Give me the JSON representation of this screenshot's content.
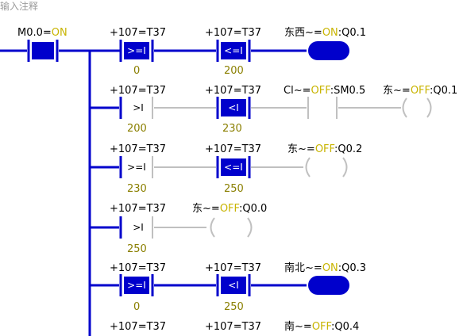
{
  "title": "输入注释",
  "contact_m0": {
    "addr": "M0.0",
    "eq": "=",
    "state": "ON"
  },
  "rungs": [
    {
      "cmp1": {
        "param": "+107=T37",
        "op": ">=I",
        "val": "0"
      },
      "cmp2": {
        "param": "+107=T37",
        "op": "<=I",
        "val": "200"
      },
      "coil": {
        "name": "东西~",
        "eq": "=",
        "state": "ON",
        "addr": ":Q0.1"
      }
    },
    {
      "cmp1": {
        "param": "+107=T37",
        "op": ">I",
        "val": "200"
      },
      "cmp2": {
        "param": "+107=T37",
        "op": "<I",
        "val": "230"
      },
      "extra": {
        "name": "Cl~",
        "eq": "=",
        "state": "OFF",
        "addr": ":SM0.5"
      },
      "coil": {
        "name": "东~",
        "eq": "=",
        "state": "OFF",
        "addr": ":Q0.1"
      }
    },
    {
      "cmp1": {
        "param": "+107=T37",
        "op": ">=I",
        "val": "230"
      },
      "cmp2": {
        "param": "+107=T37",
        "op": "<=I",
        "val": "250"
      },
      "coil": {
        "name": "东~",
        "eq": "=",
        "state": "OFF",
        "addr": ":Q0.2"
      }
    },
    {
      "cmp1": {
        "param": "+107=T37",
        "op": ">I",
        "val": "250"
      },
      "coil": {
        "name": "东~",
        "eq": "=",
        "state": "OFF",
        "addr": ":Q0.0"
      }
    },
    {
      "cmp1": {
        "param": "+107=T37",
        "op": ">=I",
        "val": "0"
      },
      "cmp2": {
        "param": "+107=T37",
        "op": "<I",
        "val": "250"
      },
      "coil": {
        "name": "南北~",
        "eq": "=",
        "state": "ON",
        "addr": ":Q0.3"
      }
    },
    {
      "cmp1": {
        "param": "+107=T37"
      },
      "cmp2": {
        "param": "+107=T37"
      },
      "coil": {
        "name": "南~",
        "eq": "=",
        "state": "OFF",
        "addr": ":Q0.4"
      }
    }
  ]
}
